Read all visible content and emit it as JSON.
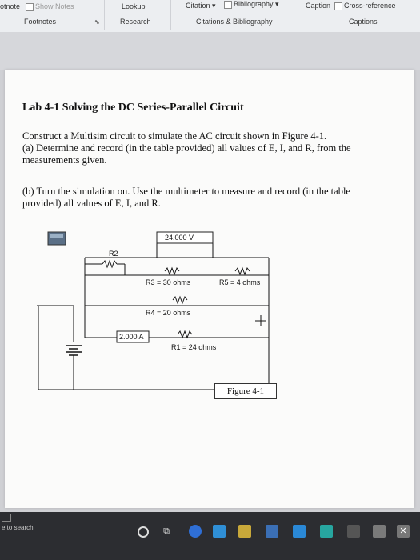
{
  "ribbon": {
    "footnote_partial": "otnote",
    "show_notes": "Show Notes",
    "footnotes_group": "Footnotes",
    "lookup": "Lookup",
    "research_group": "Research",
    "citation": "Citation",
    "bibliography": "Bibliography",
    "citations_group": "Citations & Bibliography",
    "caption": "Caption",
    "cross_reference": "Cross-reference",
    "captions_group": "Captions"
  },
  "document": {
    "title": "Lab 4-1 Solving the DC Series-Parallel Circuit",
    "para1": [
      "Construct a Multisim circuit to simulate the AC circuit shown in Figure 4-1.",
      "(a) Determine and record (in the table provided) all values of E, I, and R, from the",
      "measurements given."
    ],
    "para2": [
      "(b) Turn the simulation on. Use the multimeter to measure and record (in the table",
      "provided) all values of E, I, and R."
    ],
    "circuit": {
      "voltmeter": "24.000 V",
      "ammeter": "2.000 A",
      "r2": "R2",
      "r3": "R3 = 30 ohms",
      "r5": "R5 = 4 ohms",
      "r4": "R4 = 20 ohms",
      "r1": "R1 = 24 ohms"
    },
    "figure_caption": "Figure 4-1"
  },
  "taskbar": {
    "search_placeholder": "e to search"
  },
  "colors": {
    "ribbon_bg": "#eceef1",
    "page_bg": "#fbfbfa",
    "taskbar_bg": "#2c2d31"
  }
}
